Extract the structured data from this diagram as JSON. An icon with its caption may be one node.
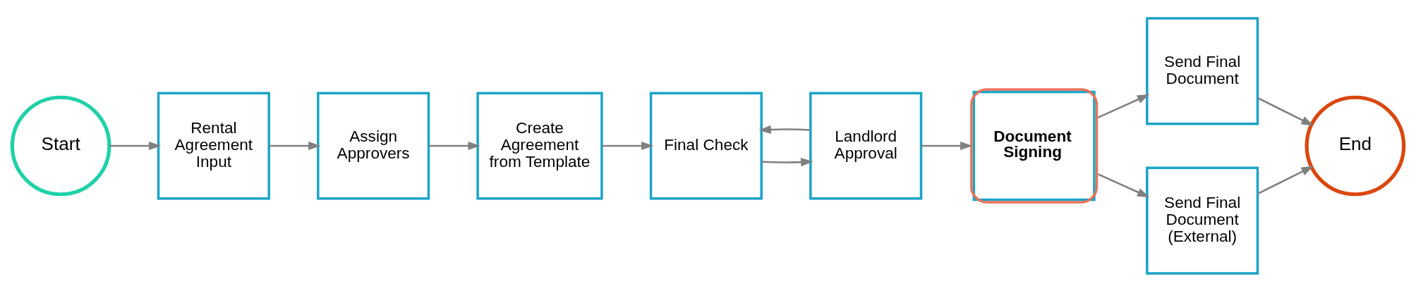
{
  "diagram": {
    "nodes": [
      {
        "text": [
          "Start"
        ]
      },
      {
        "text": [
          "Rental Agreement Input"
        ]
      },
      {
        "text": [
          "Assign Approvers"
        ]
      },
      {
        "text": [
          "Create Agreement from Template"
        ]
      },
      {
        "text": [
          "Final Check"
        ]
      },
      {
        "text": [
          "Landlord Approval"
        ]
      },
      {
        "text": [
          "Document Signing"
        ]
      },
      {
        "text": [
          "Send Final Document"
        ]
      },
      {
        "text": [
          "Send Final Document (External)"
        ]
      },
      {
        "text": [
          "End"
        ]
      }
    ],
    "edges": [
      {
        "from": 0,
        "to": 1,
        "arrow": "to"
      },
      {
        "from": 1,
        "to": 2,
        "arrow": "to"
      },
      {
        "from": 2,
        "to": 3,
        "arrow": "to"
      },
      {
        "from": 3,
        "to": 4,
        "arrow": "to"
      },
      {
        "from": 4,
        "to": 5,
        "arrow": "to"
      },
      {
        "from": 5,
        "to": 4,
        "arrow": "to"
      },
      {
        "from": 5,
        "to": 6,
        "arrow": "to"
      },
      {
        "from": 6,
        "to": 7,
        "arrow": "to"
      },
      {
        "from": 7,
        "to": 9,
        "arrow": "to"
      },
      {
        "from": 6,
        "to": 8,
        "arrow": "to"
      },
      {
        "from": 8,
        "to": 9,
        "arrow": "to"
      }
    ]
  }
}
